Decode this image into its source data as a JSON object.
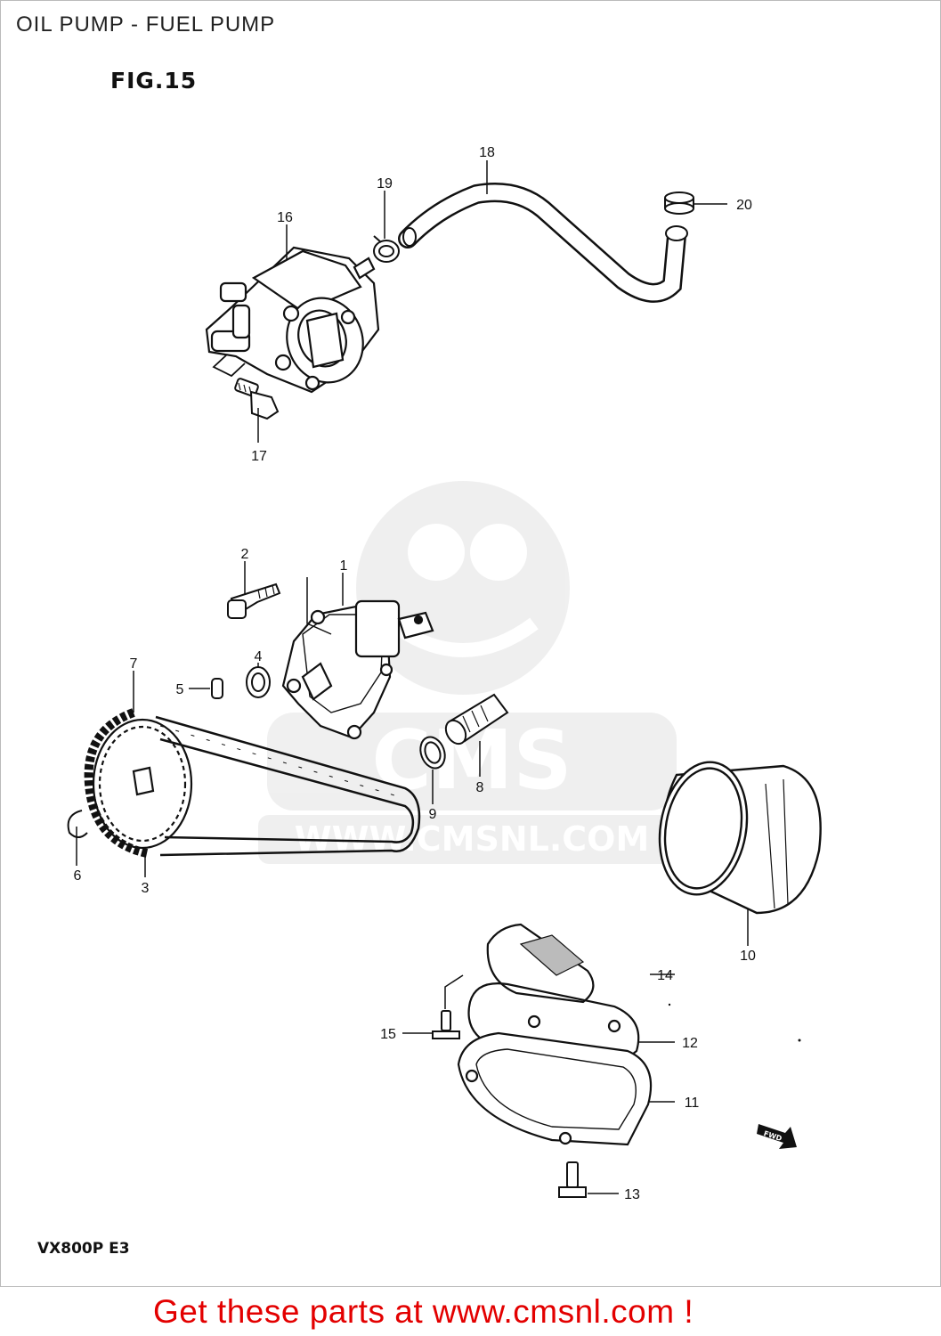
{
  "header": {
    "title": "OIL PUMP - FUEL PUMP"
  },
  "figure": {
    "label": "FIG.15",
    "model_code": "VX800P E3"
  },
  "watermark": {
    "text": "WWW.CMSNL.COM",
    "logo": "CMS"
  },
  "parts": [
    {
      "number": "1"
    },
    {
      "number": "2"
    },
    {
      "number": "3"
    },
    {
      "number": "4"
    },
    {
      "number": "5"
    },
    {
      "number": "6"
    },
    {
      "number": "7"
    },
    {
      "number": "8"
    },
    {
      "number": "9"
    },
    {
      "number": "10"
    },
    {
      "number": "11"
    },
    {
      "number": "12"
    },
    {
      "number": "13"
    },
    {
      "number": "14"
    },
    {
      "number": "15"
    },
    {
      "number": "16"
    },
    {
      "number": "17"
    },
    {
      "number": "18"
    },
    {
      "number": "19"
    },
    {
      "number": "20"
    }
  ],
  "fwd_badge": "FWD",
  "footer": {
    "link_text": "Get these parts at www.cmsnl.com !",
    "link_color": "#e30000"
  }
}
